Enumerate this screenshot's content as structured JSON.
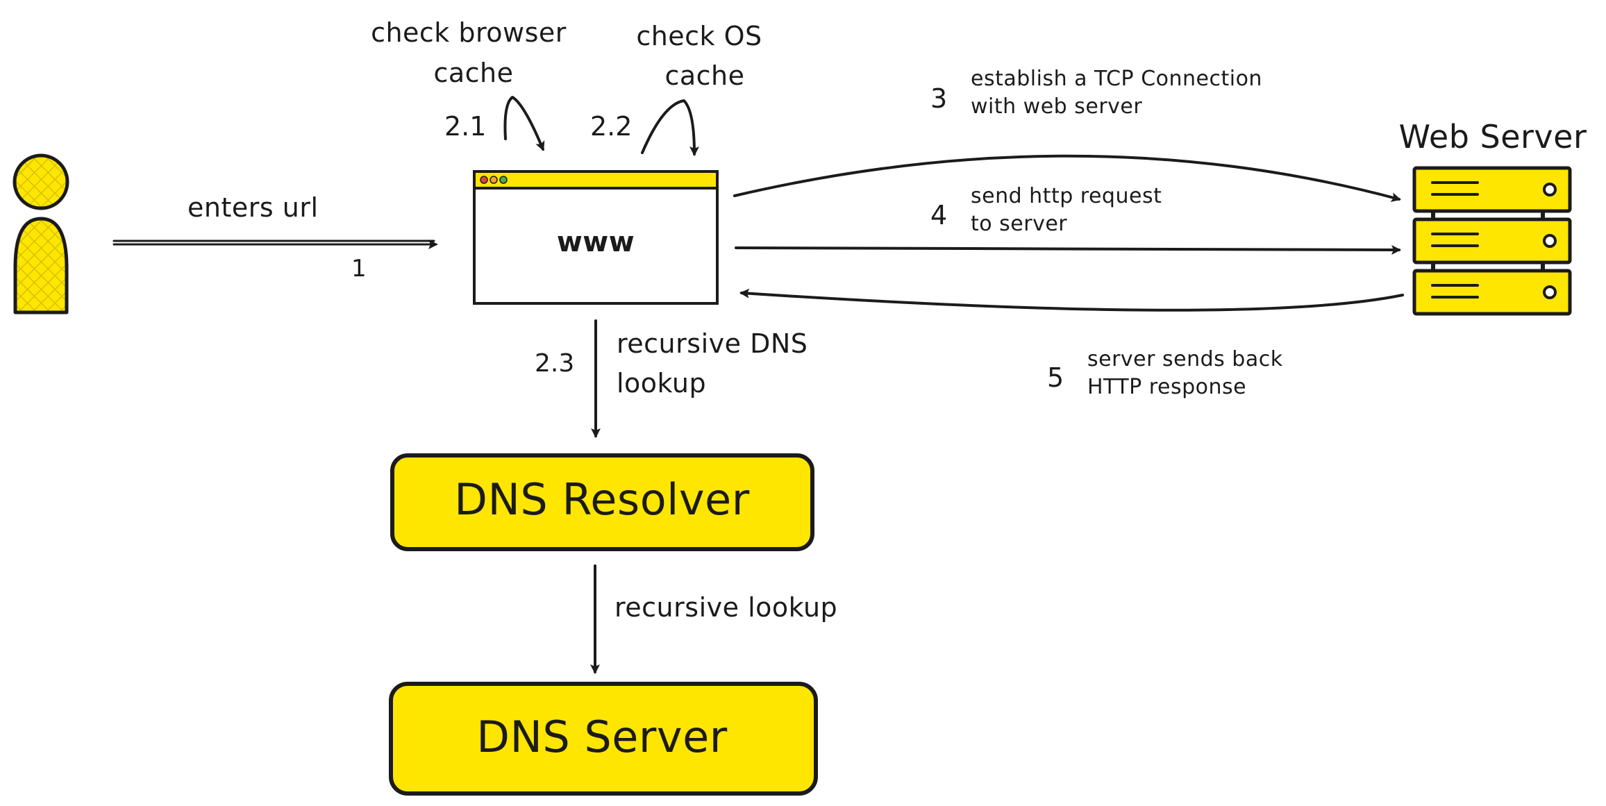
{
  "colors": {
    "accent": "#FFE600",
    "ink": "#1b1b1b",
    "background": "#ffffff",
    "dot_red": "#e0443a",
    "dot_orange": "#f2a12b",
    "dot_green": "#4caf50"
  },
  "user": {
    "icon": "person-icon"
  },
  "browser": {
    "label": "www",
    "icon": "browser-window-icon"
  },
  "web_server": {
    "title": "Web Server",
    "icon": "server-rack-icon"
  },
  "dns_resolver": {
    "label": "DNS Resolver"
  },
  "dns_server": {
    "label": "DNS Server"
  },
  "steps": {
    "s1": {
      "number": "1",
      "label": "enters url"
    },
    "s21": {
      "number": "2.1",
      "label_line1": "check browser",
      "label_line2": "cache"
    },
    "s22": {
      "number": "2.2",
      "label_line1": "check OS",
      "label_line2": "cache"
    },
    "s23": {
      "number": "2.3",
      "label_line1": "recursive DNS",
      "label_line2": "lookup"
    },
    "s3": {
      "number": "3",
      "label_line1": "establish a TCP Connection",
      "label_line2": "with web server"
    },
    "s4": {
      "number": "4",
      "label_line1": "send http request",
      "label_line2": "to server"
    },
    "s5": {
      "number": "5",
      "label_line1": "server sends back",
      "label_line2": "HTTP response"
    },
    "recursive": {
      "label": "recursive lookup"
    }
  }
}
